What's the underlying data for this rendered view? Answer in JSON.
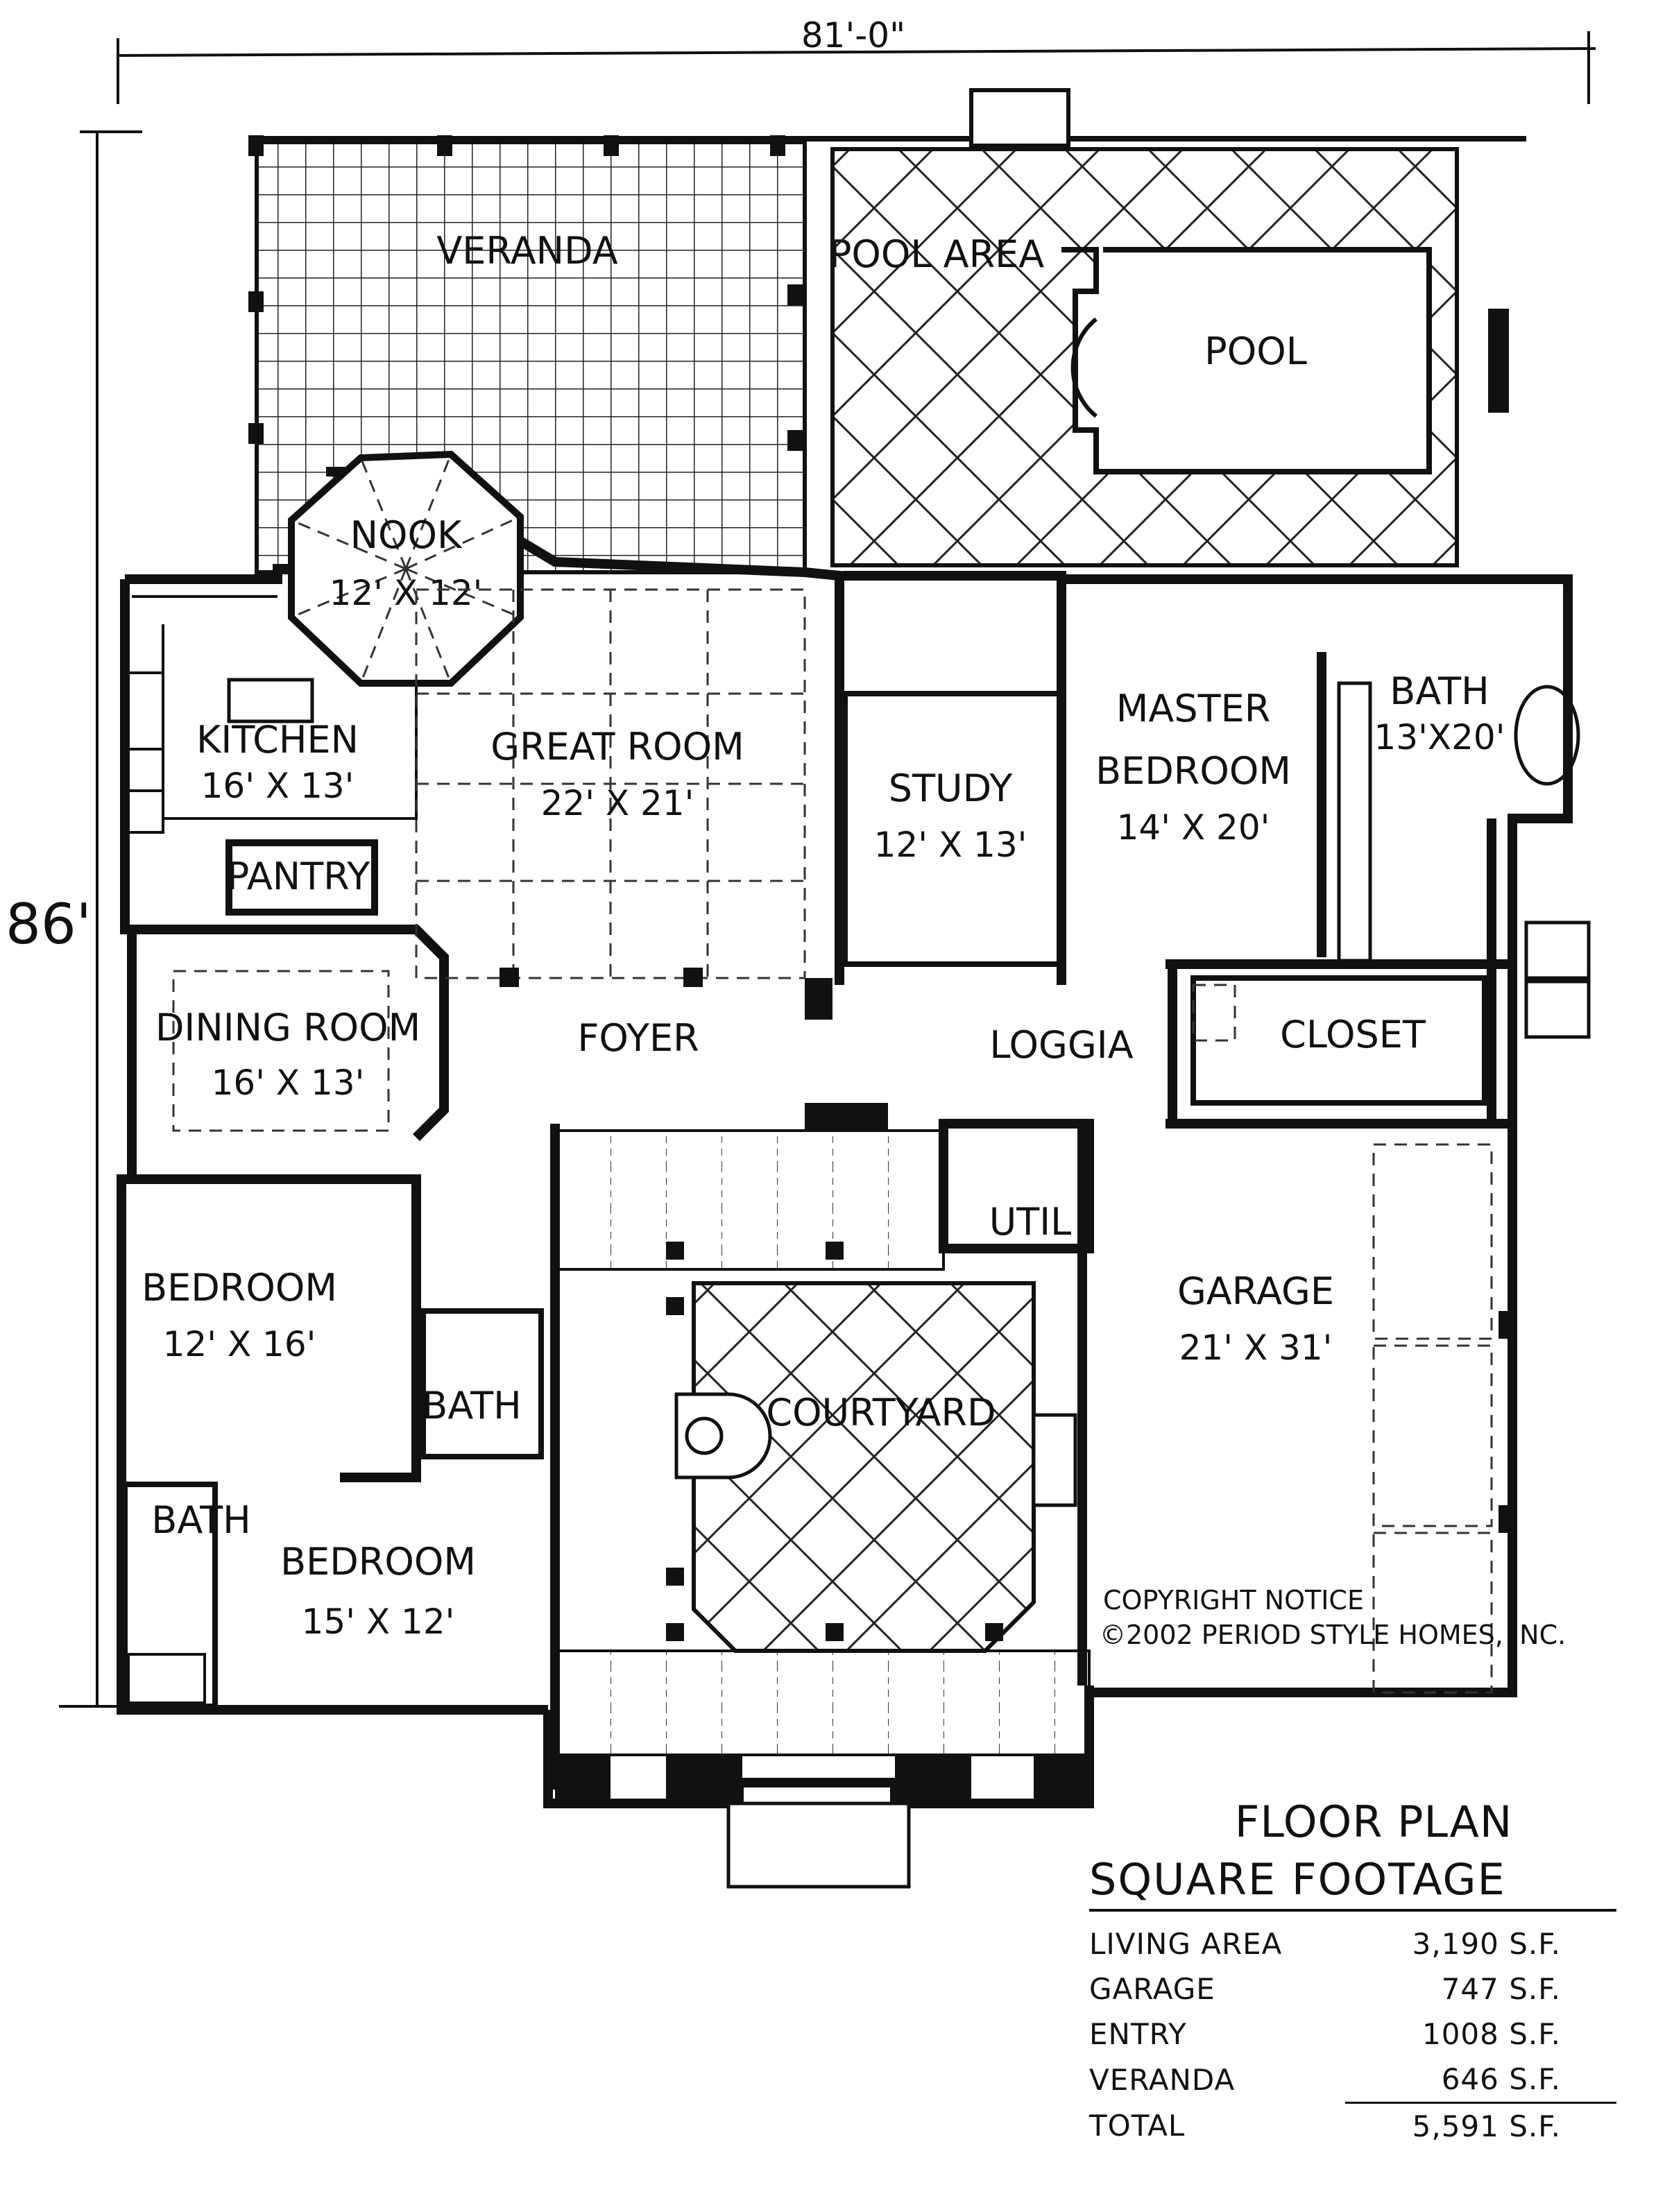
{
  "dimensions": {
    "width": "81'-0\"",
    "depth": "86'"
  },
  "rooms": {
    "veranda": "VERANDA",
    "pool_area": "POOL AREA",
    "pool": "POOL",
    "nook": {
      "name": "NOOK",
      "size": "12' X 12'"
    },
    "kitchen": {
      "name": "KITCHEN",
      "size": "16' X 13'"
    },
    "pantry": "PANTRY",
    "great_room": {
      "name": "GREAT ROOM",
      "size": "22' X 21'"
    },
    "study": {
      "name": "STUDY",
      "size": "12' X 13'"
    },
    "master_bedroom": {
      "name1": "MASTER",
      "name2": "BEDROOM",
      "size": "14' X 20'"
    },
    "master_bath": {
      "name": "BATH",
      "size": "13'X20'"
    },
    "dining_room": {
      "name": "DINING ROOM",
      "size": "16' X 13'"
    },
    "foyer": "FOYER",
    "loggia": "LOGGIA",
    "closet": "CLOSET",
    "util": "UTIL",
    "bedroom_1": {
      "name": "BEDROOM",
      "size": "12' X 16'"
    },
    "bath_2": "BATH",
    "bath_3": "BATH",
    "courtyard": "COURTYARD",
    "bedroom_2": {
      "name": "BEDROOM",
      "size": "15' X 12'"
    },
    "garage": {
      "name": "GARAGE",
      "size": "21' X 31'"
    }
  },
  "copyright": {
    "line1": "COPYRIGHT NOTICE",
    "line2": "©2002 PERIOD STYLE HOMES, INC."
  },
  "square_footage": {
    "title1": "FLOOR PLAN",
    "title2": "SQUARE FOOTAGE",
    "rows": [
      {
        "label": "LIVING AREA",
        "value": "3,190 S.F."
      },
      {
        "label": "GARAGE",
        "value": "747 S.F."
      },
      {
        "label": "ENTRY",
        "value": "1008 S.F."
      },
      {
        "label": "VERANDA",
        "value": "646 S.F."
      },
      {
        "label": "TOTAL",
        "value": "5,591 S.F."
      }
    ]
  }
}
